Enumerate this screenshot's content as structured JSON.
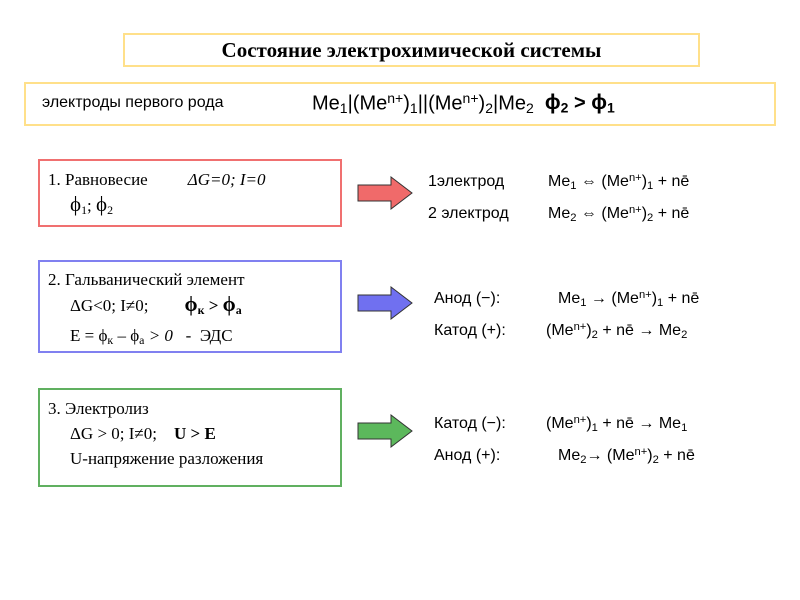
{
  "title": "Состояние электрохимической системы",
  "electrodes": {
    "label": "электроды первого рода",
    "me": "Me",
    "sub1": "1",
    "sub2": "2",
    "plus": "n+",
    "phi": "ϕ",
    "gt": ">"
  },
  "section1": {
    "title": "1. Равновесие",
    "condition": "ΔG=0; I=0",
    "phi_line": [
      "ϕ",
      "1",
      ";",
      "ϕ",
      "2"
    ]
  },
  "section2": {
    "title": "2. Гальванический элемент",
    "condition": "ΔG<0; I≠0;",
    "phi_k": "ϕ",
    "k": "к",
    "a": "a",
    "gt": ">",
    "emf_prefix": "E = ϕ",
    "emf_k": "к",
    "emf_minus": " – ϕ",
    "emf_a": "а",
    "emf_suffix": " > 0",
    "emf_dash": "-",
    "emf_label": "ЭДС"
  },
  "section3": {
    "title": "3. Электролиз",
    "condition": "ΔG > 0; I≠0;",
    "u_e": "U > E",
    "note": "U-напряжение разложения"
  },
  "reactions1": {
    "row1_label": "1электрод",
    "row2_label": "2 электрод",
    "me": "Me",
    "arrow": "⇔",
    "ion": "(Me",
    "plus": "n+",
    "close": ")",
    "electrons": " + nē"
  },
  "reactions2": {
    "anode": "Анод  (−):",
    "cathode": "Катод (+):",
    "me": "Me",
    "arrow": "→",
    "ion": "(Me",
    "plus": "n+",
    "close": ")",
    "electrons": " + nē",
    "electrons_pre": " + nē "
  },
  "reactions3": {
    "cathode": "Катод (−):",
    "anode": "Анод  (+):",
    "me": "Me",
    "arrow": "→",
    "ion": "(Me",
    "plus": "n+",
    "close": ")",
    "electrons": " + nē",
    "electrons_pre": " + nē "
  },
  "colors": {
    "title_border": "#ffe08a",
    "arrow1": "#f06a6a",
    "arrow2": "#7070f0",
    "arrow3": "#5cb85c"
  }
}
